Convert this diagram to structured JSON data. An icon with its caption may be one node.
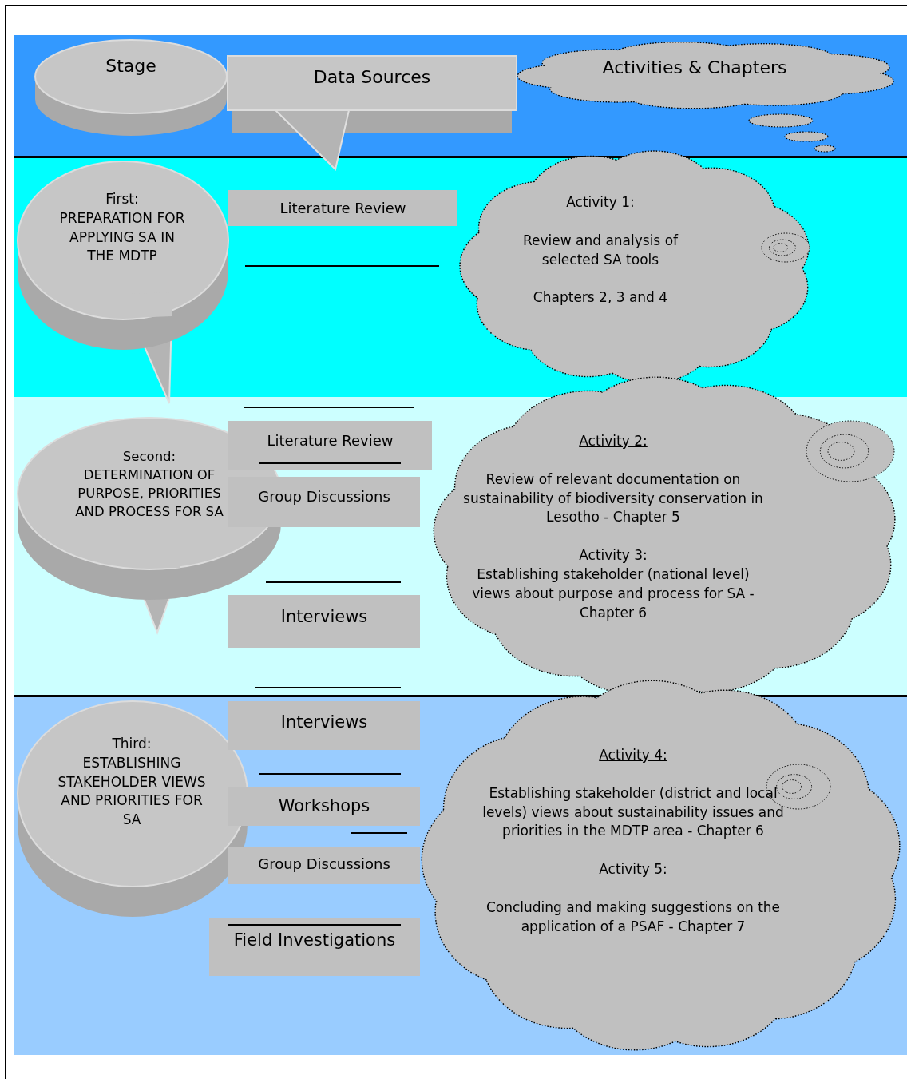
{
  "diagram": {
    "nodes": [
      {
        "text": [
          "Stage"
        ]
      },
      {
        "text": [
          "Data Sources"
        ]
      },
      {
        "text": [
          "Activities & Chapters"
        ]
      },
      {
        "text": [
          "First:",
          "PREPARATION FOR APPLYING SA IN THE MDTP"
        ]
      },
      {
        "text": [
          "Literature Review"
        ]
      },
      {
        "text": [
          "Activity 1:",
          "Review and analysis of selected SA tools",
          "Chapters 2, 3 and 4"
        ]
      },
      {
        "text": [
          "Second:",
          "DETERMINATION OF PURPOSE, PRIORITIES AND PROCESS FOR SA"
        ]
      },
      {
        "text": [
          "Literature Review"
        ]
      },
      {
        "text": [
          "Group Discussions"
        ]
      },
      {
        "text": [
          "Interviews"
        ]
      },
      {
        "text": [
          "Activity 2:",
          "Review of relevant documentation on sustainability of biodiversity conservation in Lesotho - Chapter 5",
          "Activity 3:",
          "Establishing stakeholder (national level) views about purpose and process for SA - Chapter 6"
        ]
      },
      {
        "text": [
          "Third:",
          "ESTABLISHING STAKEHOLDER VIEWS AND PRIORITIES FOR SA"
        ]
      },
      {
        "text": [
          "Interviews"
        ]
      },
      {
        "text": [
          "Workshops"
        ]
      },
      {
        "text": [
          "Group Discussions"
        ]
      },
      {
        "text": [
          "Field Investigations"
        ]
      },
      {
        "text": [
          "Activity 4:",
          "Establishing stakeholder (district and local levels) views about sustainability issues and priorities in the MDTP area - Chapter 6",
          "Activity 5:",
          "Concluding and making suggestions on the application of a PSAF - Chapter 7"
        ]
      }
    ]
  }
}
